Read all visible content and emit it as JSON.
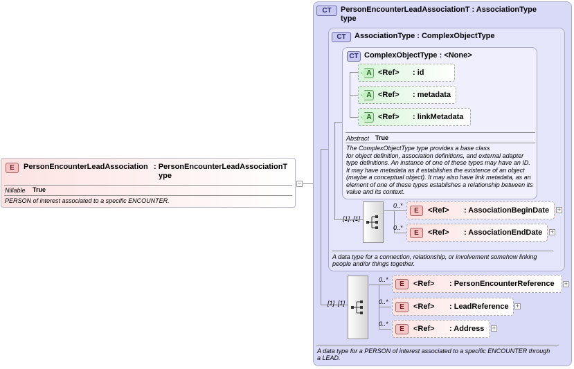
{
  "root": {
    "badge": "E",
    "name": "PersonEncounterLeadAssociation",
    "type_line1": ": PersonEncounterLeadAssociationT",
    "type_line2": "ype",
    "nillable_label": "Nillable",
    "nillable_value": "True",
    "doc": "PERSON of interest associated to a specific ENCOUNTER."
  },
  "outer_type": {
    "badge": "CT",
    "title_line1": "PersonEncounterLeadAssociationT : AssociationType",
    "title_line2": "type",
    "doc_line1": "A data type for a PERSON of interest associated to a specific ENCOUNTER through",
    "doc_line2": "a LEAD.",
    "seq_occurrence": "[1]..[1]",
    "elements": [
      {
        "badge": "E",
        "ref": "<Ref>",
        "name": ": PersonEncounterReference",
        "occurrence": "0..*"
      },
      {
        "badge": "E",
        "ref": "<Ref>",
        "name": ": LeadReference",
        "occurrence": "0..*"
      },
      {
        "badge": "E",
        "ref": "<Ref>",
        "name": ": Address",
        "occurrence": "0..*"
      }
    ]
  },
  "association_type": {
    "badge": "CT",
    "title": "AssociationType : ComplexObjectType",
    "doc_line1": "A data type for a connection, relationship, or involvement somehow linking",
    "doc_line2": "people and/or things together.",
    "seq_occurrence": "[1]..[1]",
    "elements": [
      {
        "badge": "E",
        "ref": "<Ref>",
        "name": ": AssociationBeginDate",
        "occurrence": "0..*"
      },
      {
        "badge": "E",
        "ref": "<Ref>",
        "name": ": AssociationEndDate",
        "occurrence": "0..*"
      }
    ]
  },
  "complex_object_type": {
    "badge": "CT",
    "title": "ComplexObjectType : <None>",
    "attributes": [
      {
        "badge": "A",
        "ref": "<Ref>",
        "name": ": id"
      },
      {
        "badge": "A",
        "ref": "<Ref>",
        "name": ": metadata"
      },
      {
        "badge": "A",
        "ref": "<Ref>",
        "name": ": linkMetadata"
      }
    ],
    "abstract_label": "Abstract",
    "abstract_value": "True",
    "doc_lines": [
      "The ComplexObjectType type provides a base class",
      "for object definition, association definitions, and external adapter",
      "type definitions. An instance of one of these types may have an ID.",
      "It may have metadata as it establishes the existence of an object",
      "(maybe a conceptual object). It may also have link metadata, as an",
      "element of one of these types establishes a relationship between its",
      "value and its context."
    ]
  },
  "colors": {
    "element_fill": "#fde2e2",
    "attribute_fill": "#d8f5d8",
    "ct_outer": "#d9d9f8",
    "ct_middle": "#e4e4fb",
    "ct_inner": "#efeffd"
  }
}
